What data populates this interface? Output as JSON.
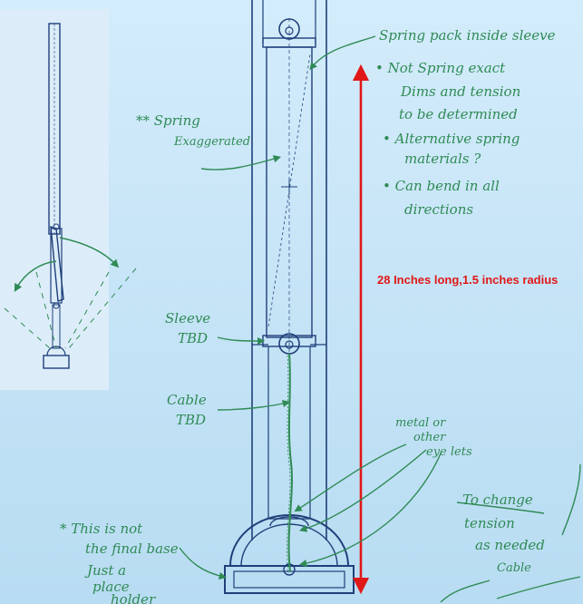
{
  "colors": {
    "background": "#ffffff",
    "thumbnail_bg": "#d6e9f8",
    "blueprint_bg": "#bfe0f5",
    "ink_blue": "#1f3f7a",
    "ink_green": "#2f8a55",
    "measure_red": "#e01818"
  },
  "annotations": {
    "spring_pack": "Spring pack inside sleeve",
    "note1_line1": "• Not Spring exact",
    "note1_line2": "Dims and tension",
    "note1_line3": "to be determined",
    "note2_line1": "• Alternative spring",
    "note2_line2": "materials ?",
    "note3_line1": "• Can bend in all",
    "note3_line2": "directions",
    "spring_label_line1": "** Spring",
    "spring_label_line2": "Exaggerated",
    "sleeve_line1": "Sleeve",
    "sleeve_line2": "TBD",
    "cable_line1": "Cable",
    "cable_line2": "TBD",
    "eyelets_line1": "metal or",
    "eyelets_line2": "other",
    "eyelets_line3": "eye lets",
    "base_line1": "* This is not",
    "base_line2": "the final base",
    "base_line3": "Just a",
    "base_line4": "place",
    "base_line5": "holder",
    "tension_line1": "To change",
    "tension_line2": "tension",
    "tension_line3": "as needed",
    "cable_small": "Cable"
  },
  "measurement": {
    "label": "28 Inches long,1.5 inches radius"
  }
}
